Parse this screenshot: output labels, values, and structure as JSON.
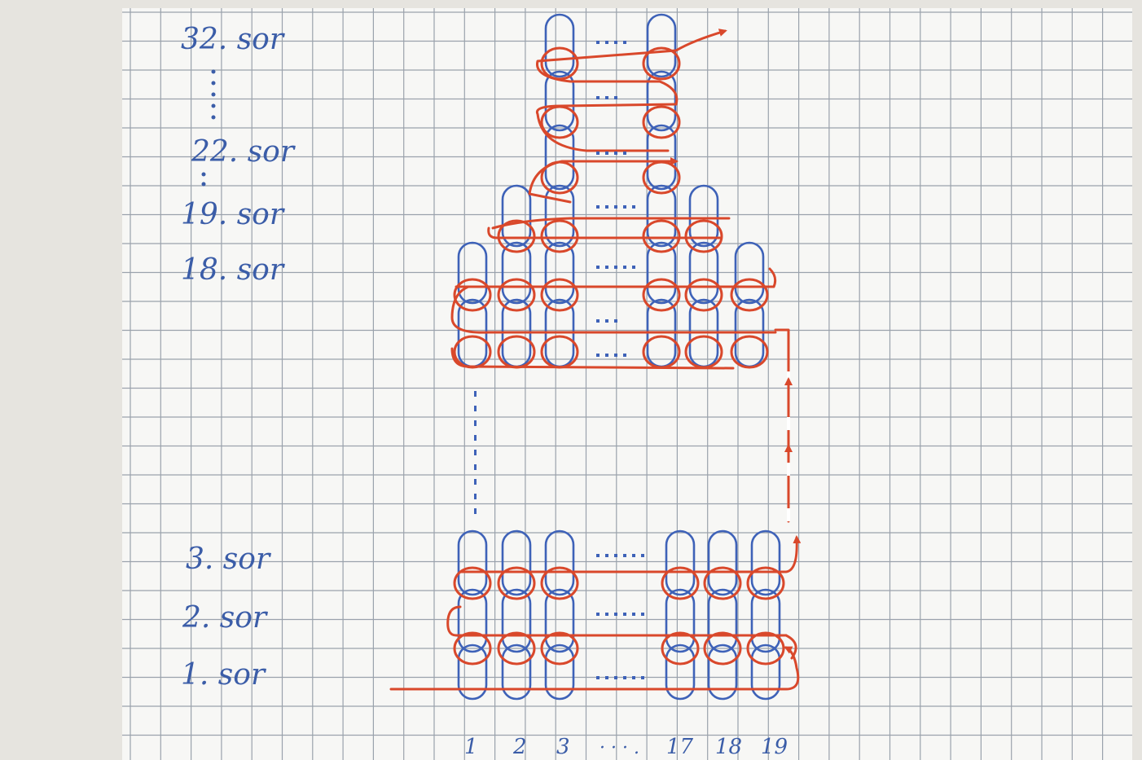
{
  "row_labels": [
    {
      "id": "row-32",
      "text": "32. sor"
    },
    {
      "id": "row-22",
      "text": "22. sor"
    },
    {
      "id": "row-19",
      "text": "19. sor"
    },
    {
      "id": "row-18",
      "text": "18. sor"
    },
    {
      "id": "row-3",
      "text": "3. sor"
    },
    {
      "id": "row-2",
      "text": "2. sor"
    },
    {
      "id": "row-1",
      "text": "1. sor"
    }
  ],
  "column_labels": [
    "1",
    "2",
    "3",
    "· · · .",
    "17",
    "18",
    "19"
  ],
  "colors": {
    "paper": "#f7f7f5",
    "grid": "#9aa2ac",
    "bead_outline": "#3e62b8",
    "thread": "#d9482b",
    "ink": "#3b5da8"
  }
}
